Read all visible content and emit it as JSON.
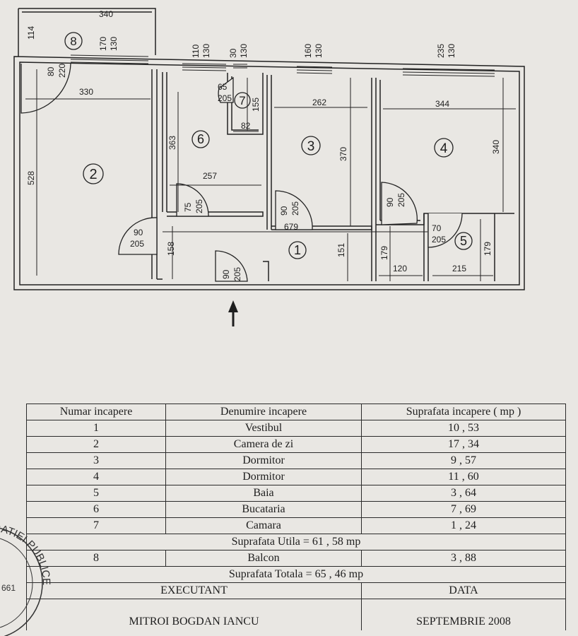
{
  "plan": {
    "rooms": [
      {
        "num": "1"
      },
      {
        "num": "2"
      },
      {
        "num": "3"
      },
      {
        "num": "4"
      },
      {
        "num": "5"
      },
      {
        "num": "6"
      },
      {
        "num": "7"
      },
      {
        "num": "8"
      }
    ],
    "dimensions": {
      "balcony_width": "340",
      "balcony_depth": "114",
      "window8_w": "170",
      "window8_h": "130",
      "door8_w": "80",
      "door8_h": "220",
      "r2_width": "330",
      "r2_height": "528",
      "window6_w": "110",
      "window6_h": "130",
      "window7_w": "30",
      "window7_h": "130",
      "r7_door_w": "65",
      "r7_door_h": "205",
      "r7_height": "155",
      "r7_width": "82",
      "r6_height": "363",
      "r6_width": "257",
      "r6_door_w": "75",
      "r6_door_h": "205",
      "window3_w": "160",
      "window3_h": "130",
      "r3_width": "262",
      "r3_height": "370",
      "r3_door_w": "90",
      "r3_door_h": "205",
      "window4_w": "235",
      "window4_h": "130",
      "r4_width": "344",
      "r4_height": "340",
      "r4_door_w": "90",
      "r4_door_h": "205",
      "r5_door_w": "70",
      "r5_door_h": "205",
      "r5_height": "179",
      "r5_width": "215",
      "hall_length": "679",
      "hall_left_h": "158",
      "hall_mid_h": "151",
      "niche_h": "179",
      "niche_w": "120",
      "r2_door_w": "90",
      "r2_door_h": "205",
      "entry_door_w": "90",
      "entry_door_h": "205"
    }
  },
  "table": {
    "headers": [
      "Numar incapere",
      "Denumire incapere",
      "Suprafata incapere ( mp )"
    ],
    "rows": [
      {
        "num": "1",
        "name": "Vestibul",
        "area": "10 , 53"
      },
      {
        "num": "2",
        "name": "Camera de zi",
        "area": "17 , 34"
      },
      {
        "num": "3",
        "name": "Dormitor",
        "area": "9 , 57"
      },
      {
        "num": "4",
        "name": "Dormitor",
        "area": "11 , 60"
      },
      {
        "num": "5",
        "name": "Baia",
        "area": "3 , 64"
      },
      {
        "num": "6",
        "name": "Bucataria",
        "area": "7 , 69"
      },
      {
        "num": "7",
        "name": "Camara",
        "area": "1 , 24"
      }
    ],
    "useful_area": "Suprafata Utila = 61 , 58 mp",
    "balcony_row": {
      "num": "8",
      "name": "Balcon",
      "area": "3 , 88"
    },
    "total_area": "Suprafata Totala = 65 , 46 mp",
    "executant_label": "EXECUTANT",
    "data_label": "DATA",
    "executant_name": "MITROI BOGDAN IANCU",
    "date": "SEPTEMBRIE 2008"
  },
  "stamp": {
    "text": "RATIEI PUBLICE",
    "number": "661"
  }
}
